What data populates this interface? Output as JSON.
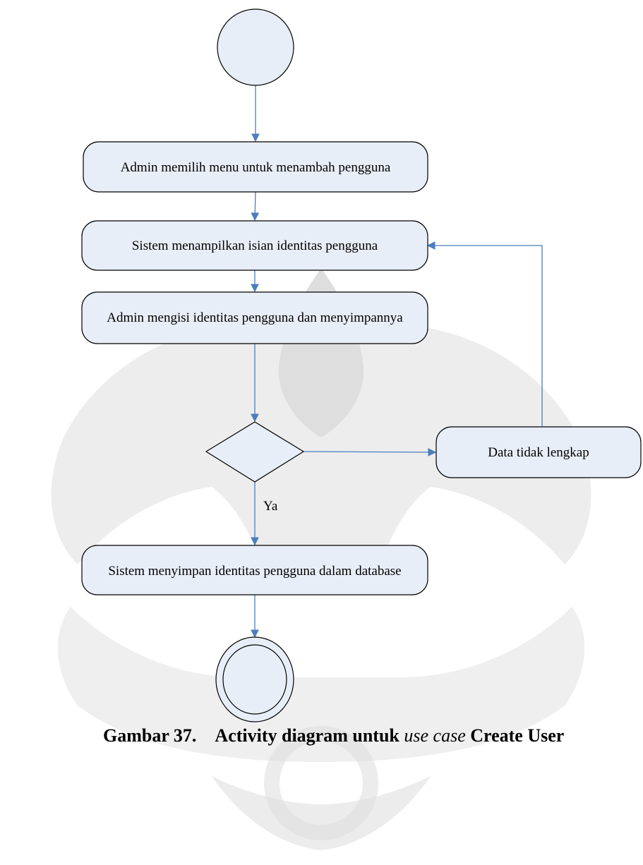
{
  "diagram": {
    "nodes": {
      "start": {
        "kind": "initial"
      },
      "admin_menu": {
        "label": "Admin memilih menu untuk menambah pengguna"
      },
      "show_form": {
        "label": "Sistem menampilkan isian identitas pengguna"
      },
      "admin_fill": {
        "label": "Admin mengisi identitas pengguna dan menyimpannya"
      },
      "decision": {
        "kind": "decision"
      },
      "incomplete": {
        "label": "Data tidak lengkap"
      },
      "save_db": {
        "label": "Sistem menyimpan identitas pengguna dalam database"
      },
      "end": {
        "kind": "final"
      }
    },
    "edges": [
      {
        "from": "start",
        "to": "admin_menu"
      },
      {
        "from": "admin_menu",
        "to": "show_form"
      },
      {
        "from": "show_form",
        "to": "admin_fill"
      },
      {
        "from": "admin_fill",
        "to": "decision"
      },
      {
        "from": "decision",
        "to": "incomplete"
      },
      {
        "from": "incomplete",
        "to": "show_form"
      },
      {
        "from": "decision",
        "to": "save_db",
        "label": "Ya"
      },
      {
        "from": "save_db",
        "to": "end"
      }
    ],
    "colors": {
      "fill": "#e8eef7",
      "stroke": "#000000",
      "edge": "#4a7ebb",
      "watermark": "#d6d6d6"
    }
  },
  "caption": {
    "number": "Gambar 37.",
    "prefix": "Activity diagram untuk",
    "italic": "use case",
    "suffix": "Create User"
  }
}
